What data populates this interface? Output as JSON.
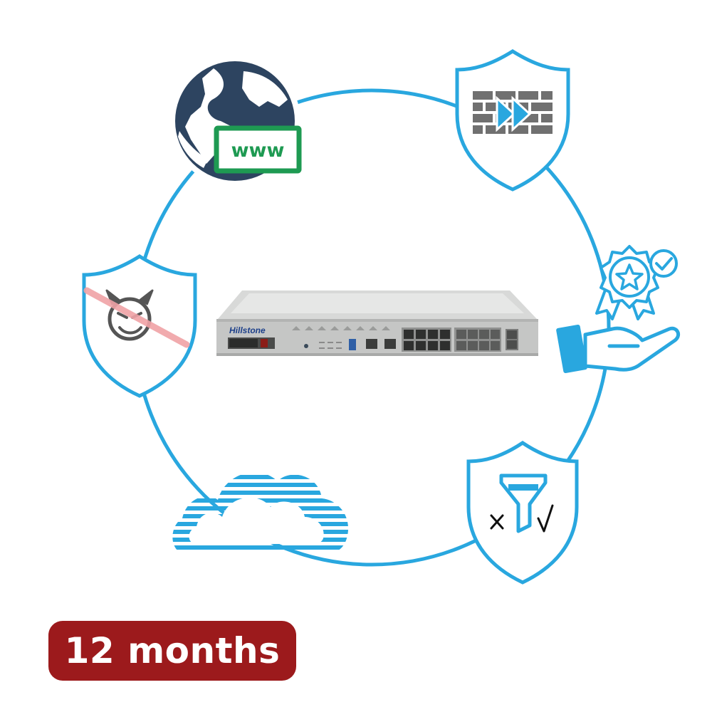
{
  "badge": {
    "label": "12 months"
  },
  "device": {
    "brand": "Hillstone"
  },
  "icons": {
    "web": {
      "label": "www",
      "icon": "globe-www-icon"
    },
    "firewall": {
      "icon": "firewall-shield-icon"
    },
    "award": {
      "icon": "award-hand-icon"
    },
    "filter": {
      "icon": "filter-shield-icon"
    },
    "cloud": {
      "icon": "cloud-icon"
    },
    "threat": {
      "icon": "anti-malware-shield-icon"
    }
  },
  "colors": {
    "ring": "#29a7df",
    "navy": "#2d4460",
    "green": "#1e9a52",
    "badge": "#9c1a1c"
  }
}
